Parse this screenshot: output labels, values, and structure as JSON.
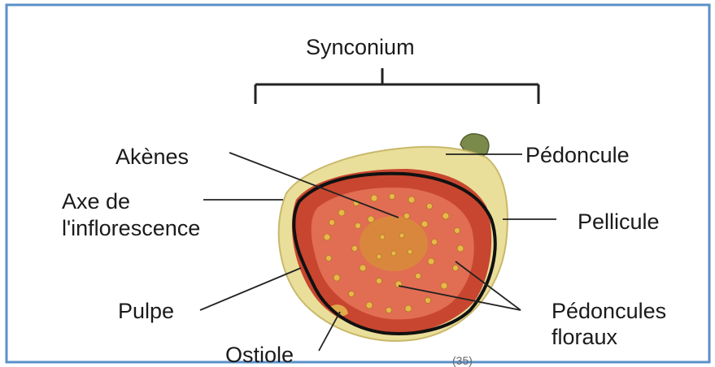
{
  "diagram": {
    "title": "Synconium",
    "labels": {
      "akenes": "Akènes",
      "axe_line1": "Axe de",
      "axe_line2": "l'inflorescence",
      "pulpe": "Pulpe",
      "ostiole": "Ostiole",
      "pedoncule": "Pédoncule",
      "pellicule": "Pellicule",
      "pedoncules_floraux_line1": "Pédoncules",
      "pedoncules_floraux_line2": "floraux"
    },
    "figure_number": "(35)"
  },
  "colors": {
    "frame_border": "#5b8fc9",
    "skin": "#e9df9a",
    "skin_shadow": "#c9b86a",
    "pulp_outer": "#c8462f",
    "pulp_inner": "#e7775c",
    "center": "#d98a3c",
    "seed": "#e8b84a",
    "outline": "#111111",
    "stem": "#7a8a4a",
    "leader": "#222222"
  }
}
